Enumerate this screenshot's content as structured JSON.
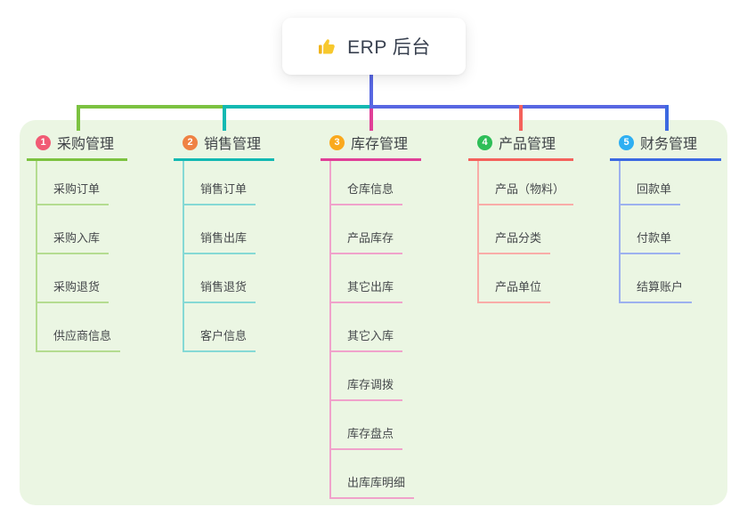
{
  "root": {
    "label": "ERP 后台",
    "icon": "thumbs-up-icon"
  },
  "colors": {
    "canvas_bg": "#ebf6e3",
    "root_line": "#5867e2",
    "root_text": "#394150"
  },
  "branches": [
    {
      "badge": "1",
      "label": "采购管理",
      "color": "#7cc241",
      "light_color": "#b4dc90",
      "badge_color": "#f15b74",
      "items": [
        "采购订单",
        "采购入库",
        "采购退货",
        "供应商信息"
      ]
    },
    {
      "badge": "2",
      "label": "销售管理",
      "color": "#13b9b2",
      "light_color": "#85d9d5",
      "badge_color": "#ef8243",
      "items": [
        "销售订单",
        "销售出库",
        "销售退货",
        "客户信息"
      ]
    },
    {
      "badge": "3",
      "label": "库存管理",
      "color": "#e03f97",
      "light_color": "#f0a2cb",
      "badge_color": "#faa91d",
      "items": [
        "仓库信息",
        "产品库存",
        "其它出库",
        "其它入库",
        "库存调拨",
        "库存盘点",
        "出库库明细"
      ]
    },
    {
      "badge": "4",
      "label": "产品管理",
      "color": "#f4625c",
      "light_color": "#f9aca8",
      "badge_color": "#2ebe58",
      "items": [
        "产品（物料）",
        "产品分类",
        "产品单位"
      ]
    },
    {
      "badge": "5",
      "label": "财务管理",
      "color": "#3c69e1",
      "light_color": "#9db1ef",
      "badge_color": "#2eaff2",
      "items": [
        "回款单",
        "付款单",
        "结算账户"
      ]
    }
  ]
}
